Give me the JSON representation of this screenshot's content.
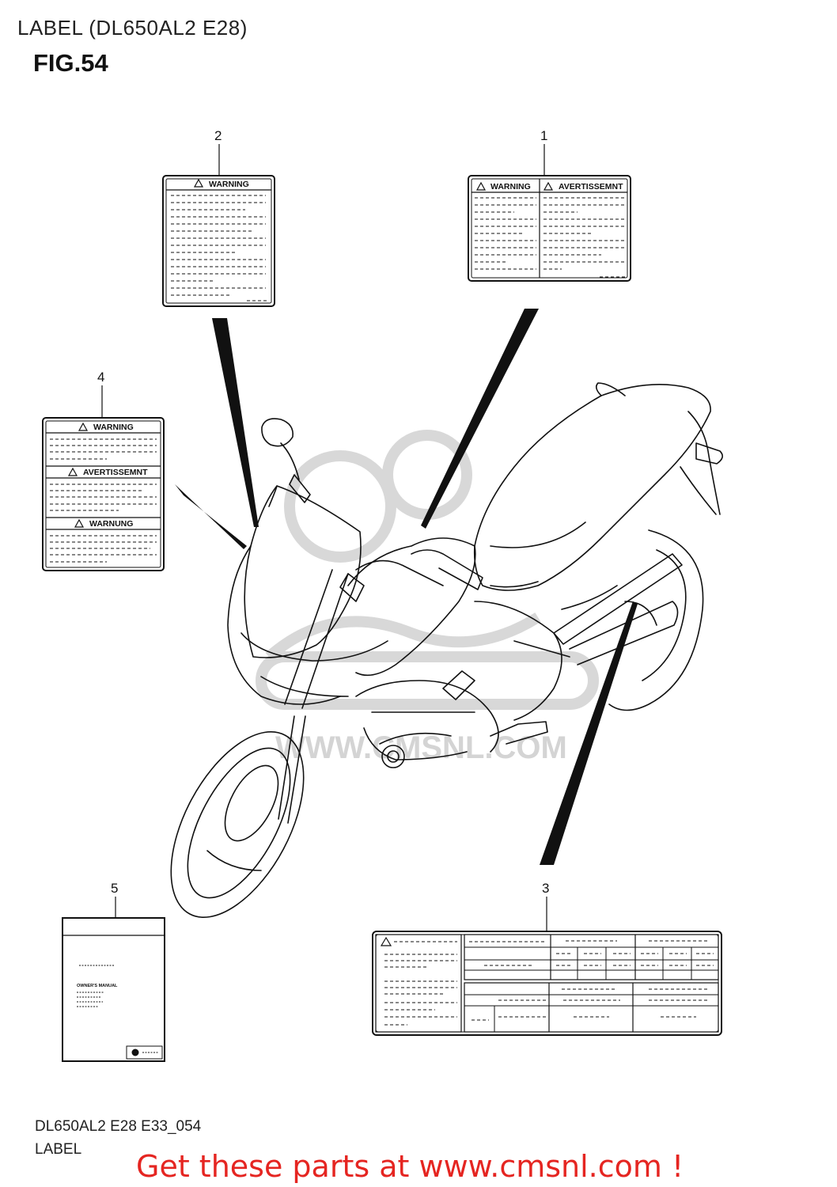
{
  "header": {
    "title": "LABEL (DL650AL2 E28)",
    "figure": "FIG.54"
  },
  "callouts": [
    "1",
    "2",
    "3",
    "4",
    "5"
  ],
  "labels": {
    "label1": {
      "left_heading": "WARNING",
      "right_heading": "AVERTISSEMNT"
    },
    "label2": {
      "heading": "WARNING"
    },
    "label4": {
      "headings": [
        "WARNING",
        "AVERTISSEMNT",
        "WARNUNG"
      ]
    },
    "label5": {
      "manual_title": "OWNER'S MANUAL"
    }
  },
  "watermark": {
    "text": "WWW.CMSNL.COM"
  },
  "footer": {
    "code": "DL650AL2 E28 E33_054",
    "label": "LABEL",
    "promo": "Get these parts at www.cmsnl.com !"
  },
  "colors": {
    "ink": "#111111",
    "promo": "#e52521",
    "watermark": "#d4d4d4"
  }
}
